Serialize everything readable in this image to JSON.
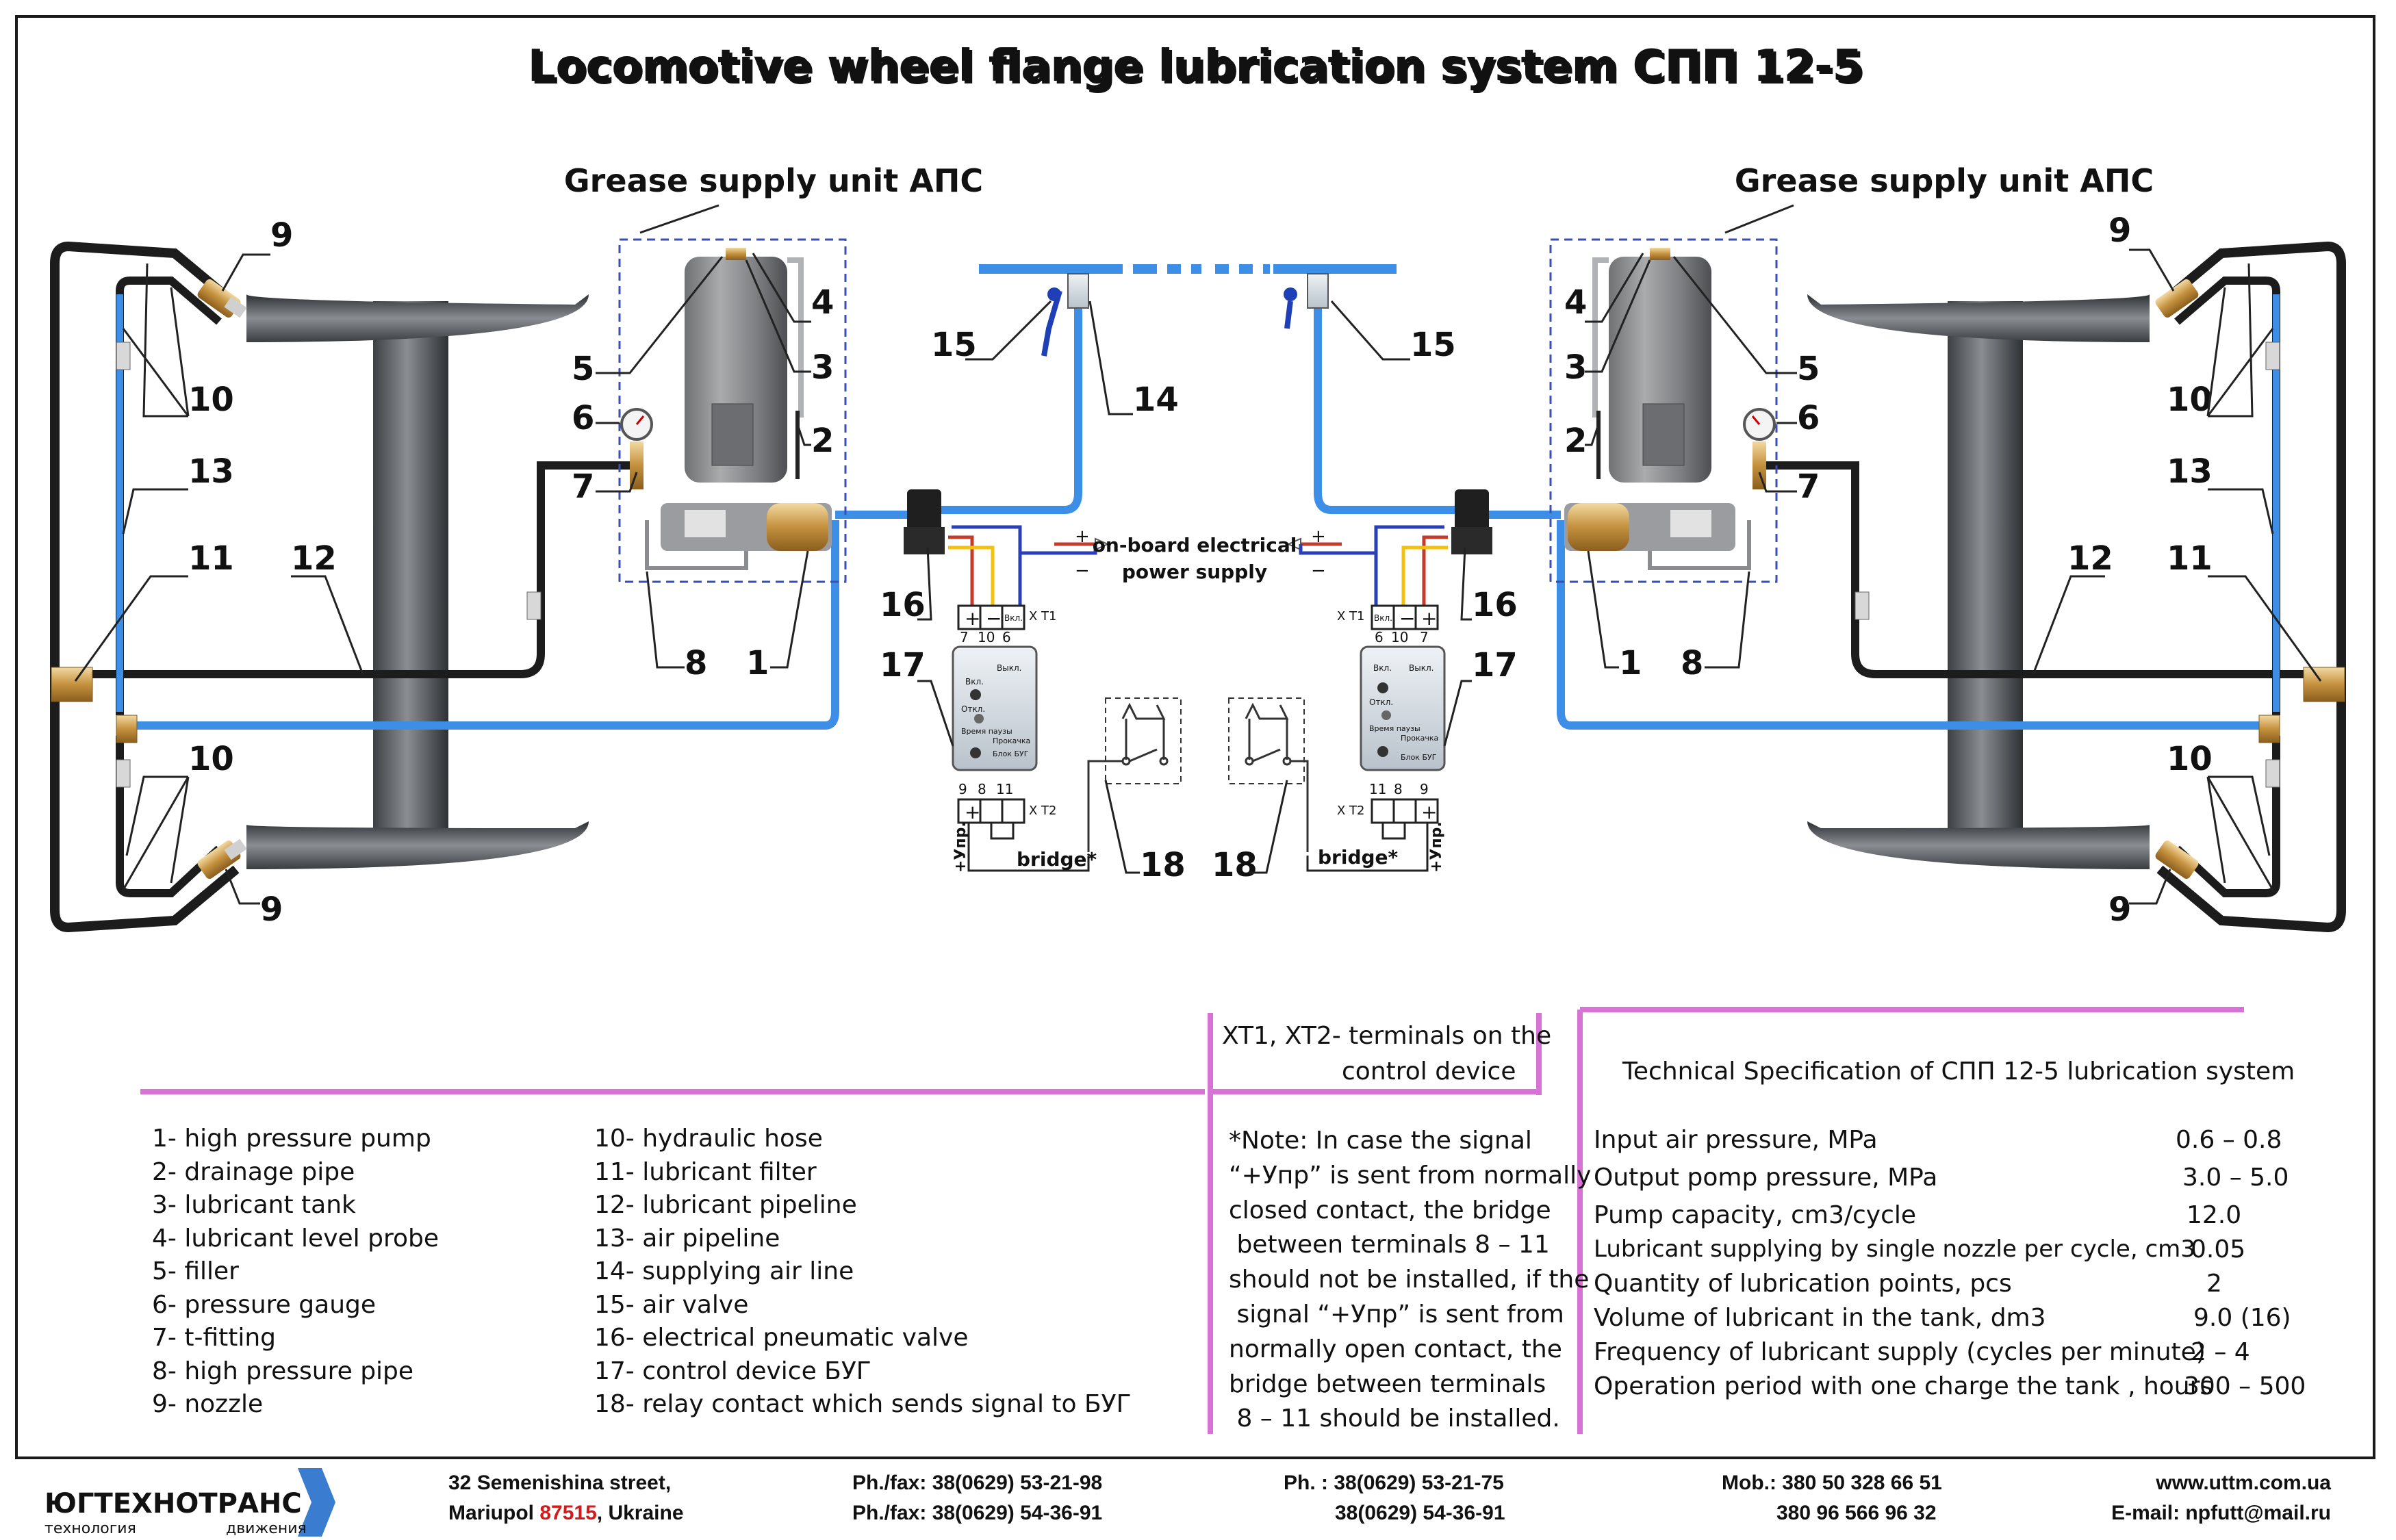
{
  "title": "Locomotive wheel flange lubrication system СПП 12-5",
  "unit_label": "Grease supply unit АПС",
  "power_supply": [
    "on-board electrical",
    "power supply"
  ],
  "bridge_label": "bridge*",
  "plus_upr": "+Упр.",
  "terminals": {
    "xt1": "X T1",
    "xt2": "X T2",
    "xt1_left_nums": [
      "7",
      "10",
      "6"
    ],
    "xt1_right_nums": [
      "6",
      "10",
      "7"
    ],
    "xt2_left_nums": [
      "9",
      "8",
      "11"
    ],
    "xt2_right_nums": [
      "11",
      "8",
      "9"
    ],
    "plus": "+",
    "minus": "−",
    "vkl": "Вкл."
  },
  "device_panel": {
    "vkl": "Вкл.",
    "vykl": "Выкл.",
    "otkl": "Откл.",
    "pause": "Время паузы",
    "prokachka": "Прокачка",
    "blok": "Блок БУГ"
  },
  "callouts": {
    "left": {
      "n1": "1",
      "n2": "2",
      "n3": "3",
      "n4": "4",
      "n5": "5",
      "n6": "6",
      "n7": "7",
      "n8": "8",
      "n9a": "9",
      "n9b": "9",
      "n10a": "10",
      "n10b": "10",
      "n11": "11",
      "n12": "12",
      "n13": "13",
      "n14": "14",
      "n15": "15",
      "n16": "16",
      "n17": "17",
      "n18": "18"
    },
    "right": {
      "n1": "1",
      "n2": "2",
      "n3": "3",
      "n4": "4",
      "n5": "5",
      "n6": "6",
      "n7": "7",
      "n8": "8",
      "n9a": "9",
      "n9b": "9",
      "n10a": "10",
      "n10b": "10",
      "n11": "11",
      "n12": "12",
      "n13": "13",
      "n15": "15",
      "n16": "16",
      "n17": "17",
      "n18": "18"
    }
  },
  "legend_col1": [
    "1- high pressure pump",
    "2- drainage pipe",
    "3- lubricant  tank",
    "4- lubricant  level probe",
    "5- filler",
    "6- pressure gauge",
    "7- t-fitting",
    "8- high pressure pipe",
    "9- nozzle"
  ],
  "legend_col2": [
    "10- hydraulic hose",
    "11- lubricant filter",
    "12- lubricant pipeline",
    "13- air pipeline",
    "14- supplying air line",
    "15- air valve",
    "16- electrical pneumatic valve",
    "17- control device БУГ",
    "18- relay contact which sends signal to БУГ"
  ],
  "terminals_note": [
    "XT1, XT2- terminals on the",
    "control device"
  ],
  "note_lines": [
    "*Note: In case the signal",
    "“+Упр” is sent from normally",
    "closed contact, the bridge",
    " between terminals 8 – 11",
    "should not be installed, if the",
    " signal “+Упр” is sent from",
    "normally open contact, the",
    "bridge between terminals",
    " 8 – 11 should be installed."
  ],
  "spec_title": "Technical Specification of СПП 12-5 lubrication system",
  "specs": [
    {
      "k": "Input air pressure, MPa",
      "v": "0.6 – 0.8"
    },
    {
      "k": "Output pomp pressure, MPa",
      "v": "3.0 – 5.0"
    },
    {
      "k": "Pump capacity, cm3/cycle",
      "v": "12.0"
    },
    {
      "k": "Lubricant supplying  by single nozzle per cycle, cm3",
      "v": "0.05"
    },
    {
      "k": "Quantity of lubrication points, pcs",
      "v": "2"
    },
    {
      "k": "Volume of lubricant  in the tank, dm3",
      "v": "9.0  (16)"
    },
    {
      "k": "Frequency of lubricant  supply (cycles per minute)",
      "v": "2 – 4"
    },
    {
      "k": "Operation period with one charge the tank , hours",
      "v": "300 – 500"
    }
  ],
  "footer": {
    "logo": "ЮГТЕХНОТРАНС",
    "logo_sub_a": "технология",
    "logo_sub_b": "движения",
    "addr1": "32 Semenishina street,",
    "addr2_a": "Mariupol ",
    "addr2_zip": "87515",
    "addr2_b": ", Ukraine",
    "phfax1": "Ph./fax: 38(0629) 53-21-98",
    "phfax2": "Ph./fax: 38(0629) 54-36-91",
    "ph1": "Ph. : 38(0629) 53-21-75",
    "ph2": "38(0629) 54-36-91",
    "mob1": "Mob.: 380 50 328 66 51",
    "mob2": "380 96 566 96 32",
    "web": "www.uttm.com.ua",
    "email": "E-mail: npfutt@mail.ru"
  },
  "colors": {
    "air": "#3d8ee6",
    "hose": "#1c1c1c",
    "divider": "#d873d6",
    "dashed": "#3a4fb0",
    "wire_red": "#c23b2b",
    "wire_yellow": "#f2c20e",
    "wire_blue": "#2a3fb5"
  }
}
